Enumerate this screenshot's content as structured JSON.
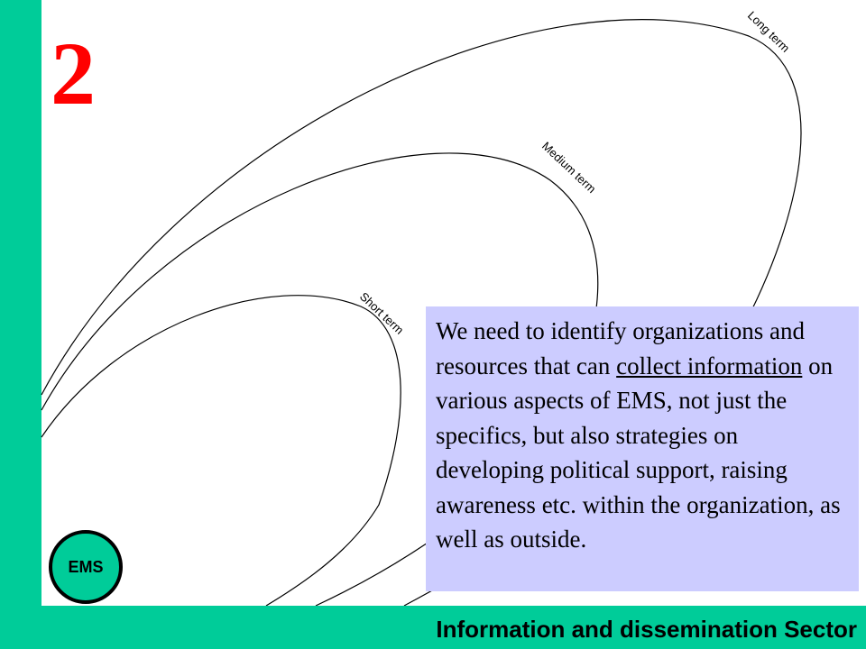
{
  "slide": {
    "number": "2",
    "footer_title": "Information and dissemination  Sector"
  },
  "diagram": {
    "center_label": "EMS",
    "arcs": [
      {
        "label": "Short term"
      },
      {
        "label": "Medium term"
      },
      {
        "label": "Long term"
      }
    ]
  },
  "info_box": {
    "text_before": "We need to identify organizations and resources that can ",
    "text_underlined": "collect information",
    "text_after": " on various aspects of EMS, not just the specifics, but also strategies on developing political support, raising awareness etc. within the organization, as well as outside."
  },
  "colors": {
    "accent": "#00cc99",
    "slide_number": "#ff0000",
    "info_box_bg": "#ccccff"
  }
}
